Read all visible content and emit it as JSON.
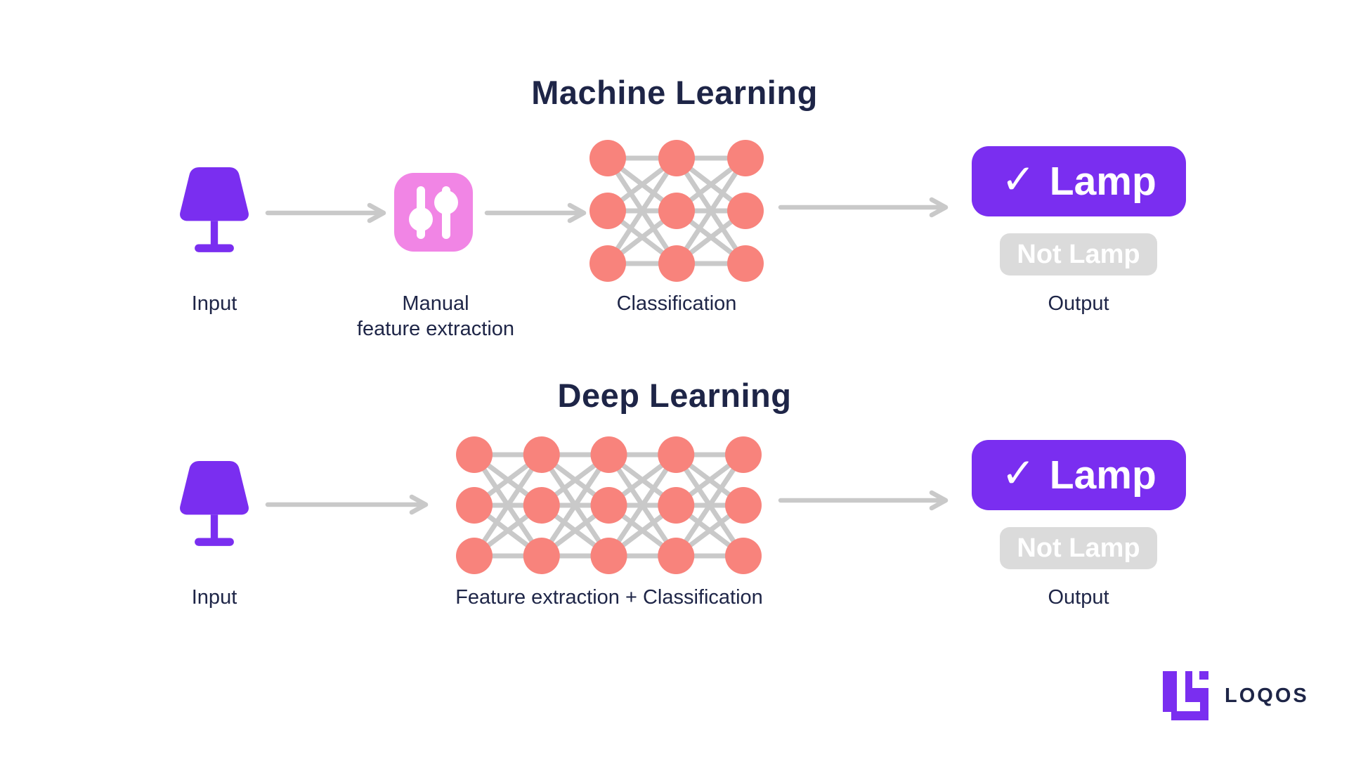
{
  "colors": {
    "purple": "#7A2EF0",
    "pink": "#F185E5",
    "salmon": "#F8837C",
    "line_gray": "#C9C9C9",
    "badge_gray": "#DBDBDB",
    "navy": "#1E2547"
  },
  "ml": {
    "title": "Machine Learning",
    "check": "✓",
    "result_primary": "Lamp",
    "result_secondary": "Not Lamp",
    "labels": {
      "input": "Input",
      "step_line1": "Manual",
      "step_line2": "feature extraction",
      "network": "Classification",
      "output": "Output"
    },
    "network": {
      "layers": 3,
      "nodes_per_layer": 3
    }
  },
  "dl": {
    "title": "Deep Learning",
    "check": "✓",
    "result_primary": "Lamp",
    "result_secondary": "Not Lamp",
    "labels": {
      "input": "Input",
      "network": "Feature extraction + Classification",
      "output": "Output"
    },
    "network": {
      "layers": 5,
      "nodes_per_layer": 3
    }
  },
  "logo": {
    "text": "LOQOS"
  }
}
